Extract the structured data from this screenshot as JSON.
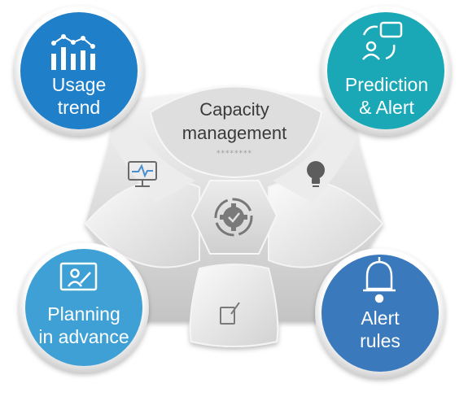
{
  "center": {
    "title_line1": "Capacity",
    "title_line2": "management",
    "dots": "********"
  },
  "nodes": [
    {
      "key": "usage",
      "line1": "Usage",
      "line2": "trend",
      "color": "#1f7fc9",
      "icon": "bar-chart-icon"
    },
    {
      "key": "prediction",
      "line1": "Prediction",
      "line2": "& Alert",
      "color": "#1aa8b6",
      "icon": "prediction-cycle-icon"
    },
    {
      "key": "planning",
      "line1": "Planning",
      "line2": "in advance",
      "color": "#3ea0d4",
      "icon": "planning-monitor-icon"
    },
    {
      "key": "alert",
      "line1": "Alert",
      "line2": "rules",
      "color": "#3b79bd",
      "icon": "bell-icon"
    }
  ],
  "small_icons": [
    "monitor-pulse-icon",
    "lightbulb-icon",
    "gear-cycle-icon",
    "edit-icon"
  ]
}
